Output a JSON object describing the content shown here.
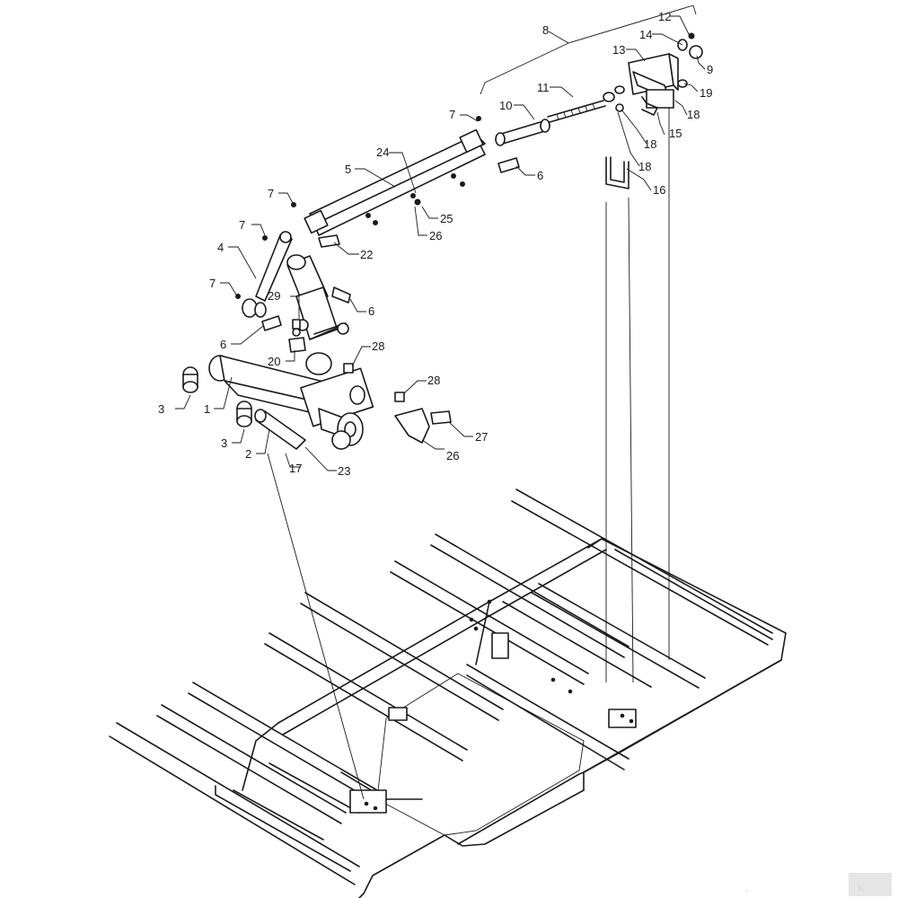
{
  "callouts": [
    {
      "id": "c1",
      "text": "1"
    },
    {
      "id": "c2",
      "text": "2"
    },
    {
      "id": "c3a",
      "text": "3"
    },
    {
      "id": "c3b",
      "text": "3"
    },
    {
      "id": "c4",
      "text": "4"
    },
    {
      "id": "c5",
      "text": "5"
    },
    {
      "id": "c6a",
      "text": "6"
    },
    {
      "id": "c6b",
      "text": "6"
    },
    {
      "id": "c6c",
      "text": "6"
    },
    {
      "id": "c7a",
      "text": "7"
    },
    {
      "id": "c7b",
      "text": "7"
    },
    {
      "id": "c7c",
      "text": "7"
    },
    {
      "id": "c7d",
      "text": "7"
    },
    {
      "id": "c8",
      "text": "8"
    },
    {
      "id": "c9",
      "text": "9"
    },
    {
      "id": "c10",
      "text": "10"
    },
    {
      "id": "c11",
      "text": "11"
    },
    {
      "id": "c12",
      "text": "12"
    },
    {
      "id": "c13",
      "text": "13"
    },
    {
      "id": "c14",
      "text": "14"
    },
    {
      "id": "c15",
      "text": "15"
    },
    {
      "id": "c16",
      "text": "16"
    },
    {
      "id": "c17a",
      "text": "17"
    },
    {
      "id": "c17b",
      "text": "17"
    },
    {
      "id": "c18a",
      "text": "18"
    },
    {
      "id": "c18b",
      "text": "18"
    },
    {
      "id": "c18c",
      "text": "18"
    },
    {
      "id": "c19",
      "text": "19"
    },
    {
      "id": "c20",
      "text": "20"
    },
    {
      "id": "c22",
      "text": "22"
    },
    {
      "id": "c23",
      "text": "23"
    },
    {
      "id": "c24",
      "text": "24"
    },
    {
      "id": "c25",
      "text": "25"
    },
    {
      "id": "c26",
      "text": "26"
    },
    {
      "id": "c27",
      "text": "27"
    },
    {
      "id": "c28a",
      "text": "28"
    },
    {
      "id": "c28b",
      "text": "28"
    },
    {
      "id": "c29",
      "text": "29"
    }
  ],
  "logo": {
    "text": "K"
  }
}
